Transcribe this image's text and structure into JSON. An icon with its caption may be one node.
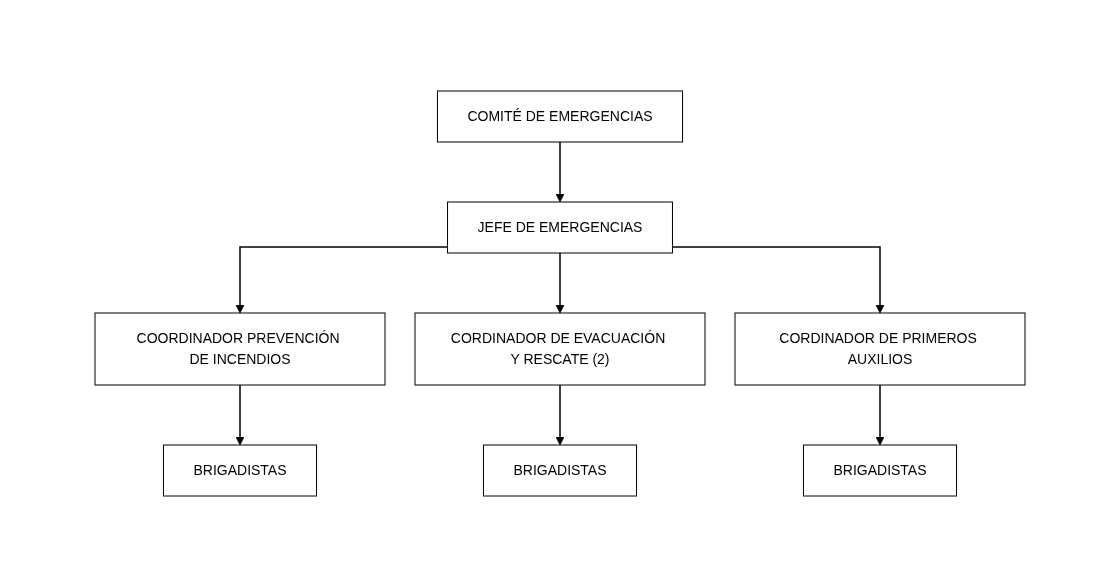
{
  "diagram": {
    "nodes": [
      {
        "text": [
          "COMITÉ DE EMERGENCIAS"
        ]
      },
      {
        "text": [
          "JEFE DE EMERGENCIAS"
        ]
      },
      {
        "text": [
          "COORDINADOR PREVENCIÓN DE INCENDIOS"
        ]
      },
      {
        "text": [
          "CORDINADOR DE EVACUACIÓN Y RESCATE (2)"
        ]
      },
      {
        "text": [
          "CORDINADOR DE PRIMEROS AUXILIOS"
        ]
      },
      {
        "text": [
          "BRIGADISTAS"
        ]
      },
      {
        "text": [
          "BRIGADISTAS"
        ]
      },
      {
        "text": [
          "BRIGADISTAS"
        ]
      }
    ],
    "edges": [
      {
        "from": 0,
        "to": 1,
        "arrow": "to"
      },
      {
        "from": 1,
        "to": 2,
        "arrow": "to"
      },
      {
        "from": 1,
        "to": 3,
        "arrow": "to"
      },
      {
        "from": 1,
        "to": 4,
        "arrow": "to"
      },
      {
        "from": 2,
        "to": 5,
        "arrow": "to"
      },
      {
        "from": 3,
        "to": 6,
        "arrow": "to"
      },
      {
        "from": 4,
        "to": 7,
        "arrow": "to"
      }
    ]
  }
}
